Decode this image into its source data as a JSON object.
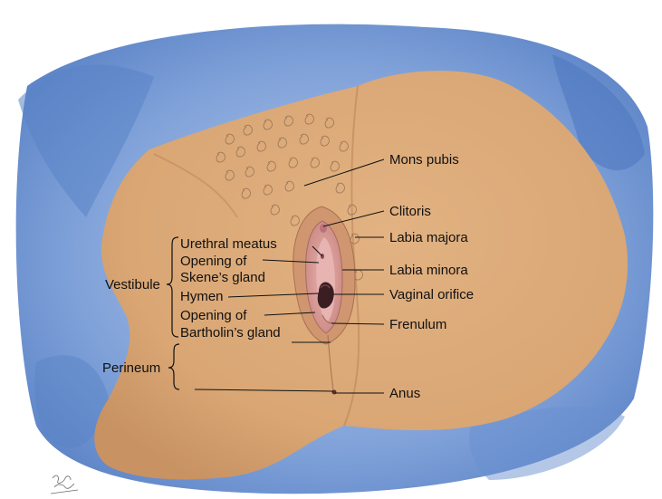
{
  "labels": {
    "mons_pubis": "Mons pubis",
    "clitoris": "Clitoris",
    "labia_majora": "Labia majora",
    "labia_minora": "Labia minora",
    "vaginal_orifice": "Vaginal orifice",
    "frenulum": "Frenulum",
    "anus": "Anus",
    "urethral_meatus": "Urethral meatus",
    "opening_of_skenes_line1": "Opening of",
    "opening_of_skenes_line2": "Skene’s gland",
    "hymen": "Hymen",
    "opening_of_bartholins_line1": "Opening of",
    "opening_of_bartholins_line2": "Bartholin’s gland",
    "vestibule": "Vestibule",
    "perineum": "Perineum"
  },
  "colors": {
    "drape": "#5b86c9",
    "drape_light": "#9fbce6",
    "skin": "#dca878",
    "skin_shadow": "#c58e5d",
    "labia": "#c98a7c",
    "vestibule_inner": "#e3a7a6",
    "orifice": "#3a1e22",
    "hair": "#8a6a4e",
    "text": "#111111"
  }
}
